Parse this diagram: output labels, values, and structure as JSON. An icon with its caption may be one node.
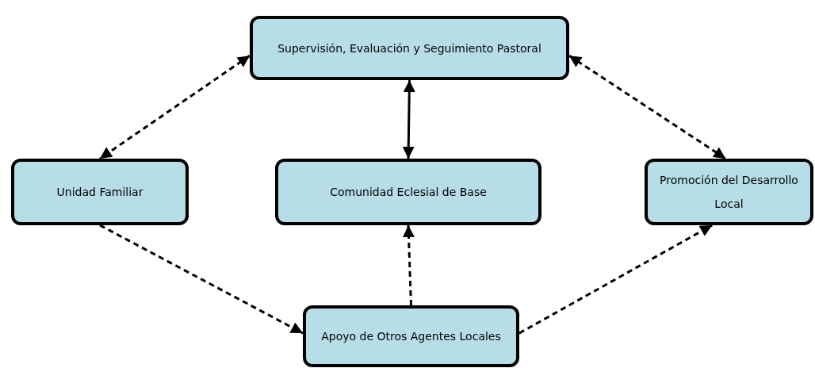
{
  "diagram": {
    "nodes": [
      {
        "text": [
          "Supervisión, Evaluación y Seguimiento Pastoral"
        ]
      },
      {
        "text": [
          "Unidad Familiar"
        ]
      },
      {
        "text": [
          "Comunidad Eclesial de Base"
        ]
      },
      {
        "text": [
          "Promoción del Desarrollo Local"
        ]
      },
      {
        "text": [
          "Apoyo de Otros Agentes Locales"
        ]
      }
    ],
    "edges": [
      {
        "from": 0,
        "to": 1,
        "arrow": "both",
        "style": "dashed"
      },
      {
        "from": 0,
        "to": 3,
        "arrow": "both",
        "style": "dashed"
      },
      {
        "from": 0,
        "to": 2,
        "arrow": "both"
      },
      {
        "from": 1,
        "to": 4,
        "arrow": "to",
        "style": "dashed"
      },
      {
        "from": 4,
        "to": 2,
        "arrow": "to",
        "style": "dashed"
      },
      {
        "from": 4,
        "to": 3,
        "arrow": "to",
        "style": "dashed"
      }
    ]
  }
}
